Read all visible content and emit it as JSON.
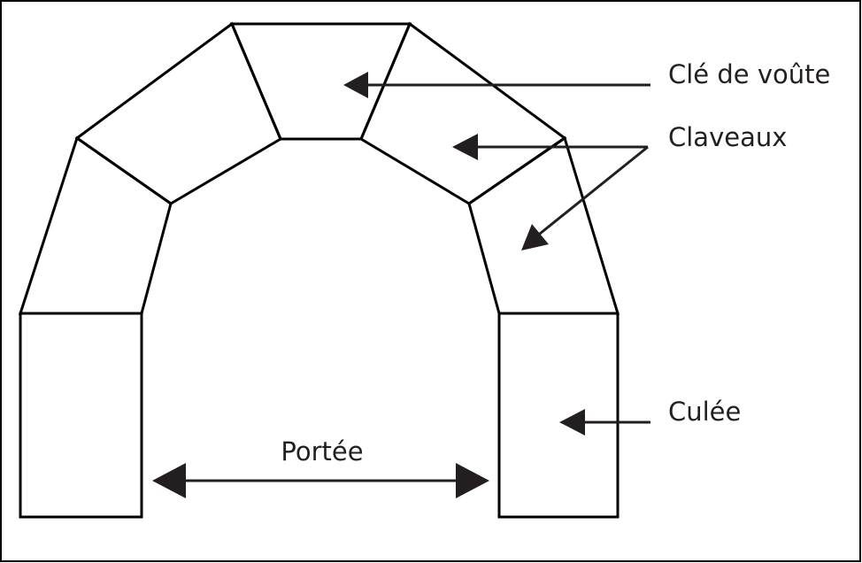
{
  "labels": {
    "keystone": "Clé de voûte",
    "voussoirs": "Claveaux",
    "abutment": "Culée",
    "span": "Portée"
  },
  "colors": {
    "stroke": "#000000",
    "arrow": "#231f20",
    "background": "#ffffff"
  }
}
